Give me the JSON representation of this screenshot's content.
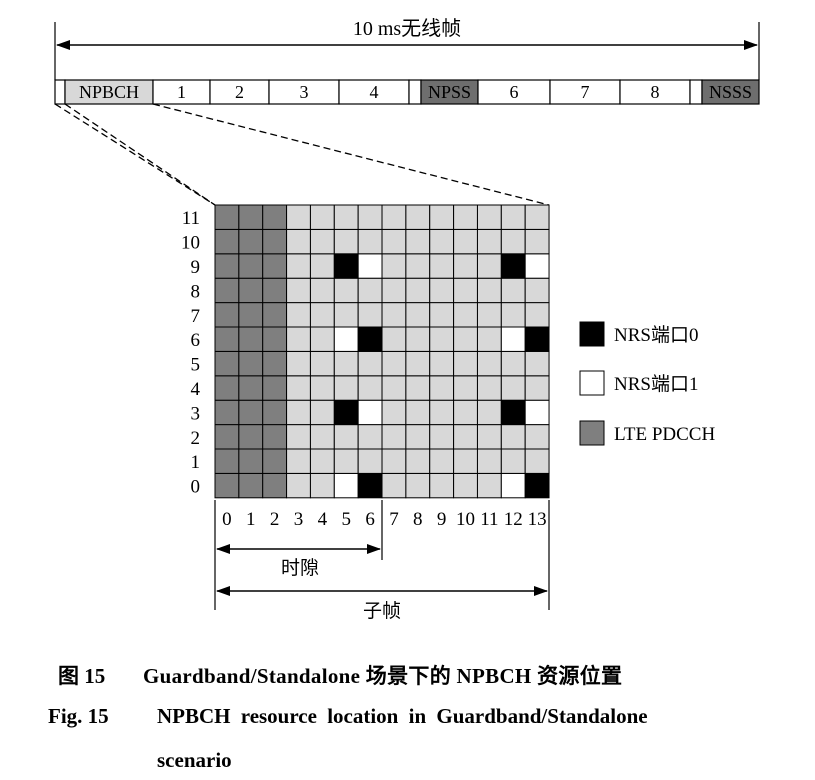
{
  "frame": {
    "title": "10 ms无线帧",
    "slots": [
      {
        "label": "",
        "kind": "blank"
      },
      {
        "label": "NPBCH",
        "kind": "npbch"
      },
      {
        "label": "1",
        "kind": "normal"
      },
      {
        "label": "2",
        "kind": "normal"
      },
      {
        "label": "3",
        "kind": "normal"
      },
      {
        "label": "4",
        "kind": "normal"
      },
      {
        "label": "",
        "kind": "blank"
      },
      {
        "label": "NPSS",
        "kind": "dark"
      },
      {
        "label": "6",
        "kind": "normal"
      },
      {
        "label": "7",
        "kind": "normal"
      },
      {
        "label": "8",
        "kind": "normal"
      },
      {
        "label": "",
        "kind": "blank"
      },
      {
        "label": "NSSS",
        "kind": "dark"
      }
    ]
  },
  "grid": {
    "rows": [
      "0",
      "1",
      "2",
      "3",
      "4",
      "5",
      "6",
      "7",
      "8",
      "9",
      "10",
      "11"
    ],
    "cols": [
      "0",
      "1",
      "2",
      "3",
      "4",
      "5",
      "6",
      "7",
      "8",
      "9",
      "10",
      "11",
      "12",
      "13"
    ],
    "pdcch_cols": [
      0,
      1,
      2
    ],
    "nrs_port0": [
      [
        0,
        6
      ],
      [
        0,
        13
      ],
      [
        3,
        5
      ],
      [
        3,
        12
      ],
      [
        6,
        6
      ],
      [
        6,
        13
      ],
      [
        9,
        5
      ],
      [
        9,
        12
      ]
    ],
    "nrs_port1": [
      [
        0,
        5
      ],
      [
        0,
        12
      ],
      [
        3,
        6
      ],
      [
        3,
        13
      ],
      [
        6,
        5
      ],
      [
        6,
        12
      ],
      [
        9,
        6
      ],
      [
        9,
        13
      ]
    ],
    "slot_label": "时隙",
    "subframe_label": "子帧"
  },
  "legend": [
    {
      "label": "NRS端口0",
      "color": "#000000"
    },
    {
      "label": "NRS端口1",
      "color": "#ffffff"
    },
    {
      "label": "LTE PDCCH",
      "color": "#7f7f7f"
    }
  ],
  "colors": {
    "data_re": "#d8d8d8",
    "pdcch": "#7f7f7f",
    "nrs0": "#000000",
    "nrs1": "#ffffff",
    "npbch_slot": "#d8d8d8",
    "dark_slot": "#6e6e6e"
  },
  "caption": {
    "cn_label": "图 15",
    "cn_text": "Guardband/Standalone 场景下的 NPBCH 资源位置",
    "en_label": "Fig. 15",
    "en_text_1": "NPBCH resource location in Guardband/Standalone",
    "en_text_2": "scenario"
  }
}
